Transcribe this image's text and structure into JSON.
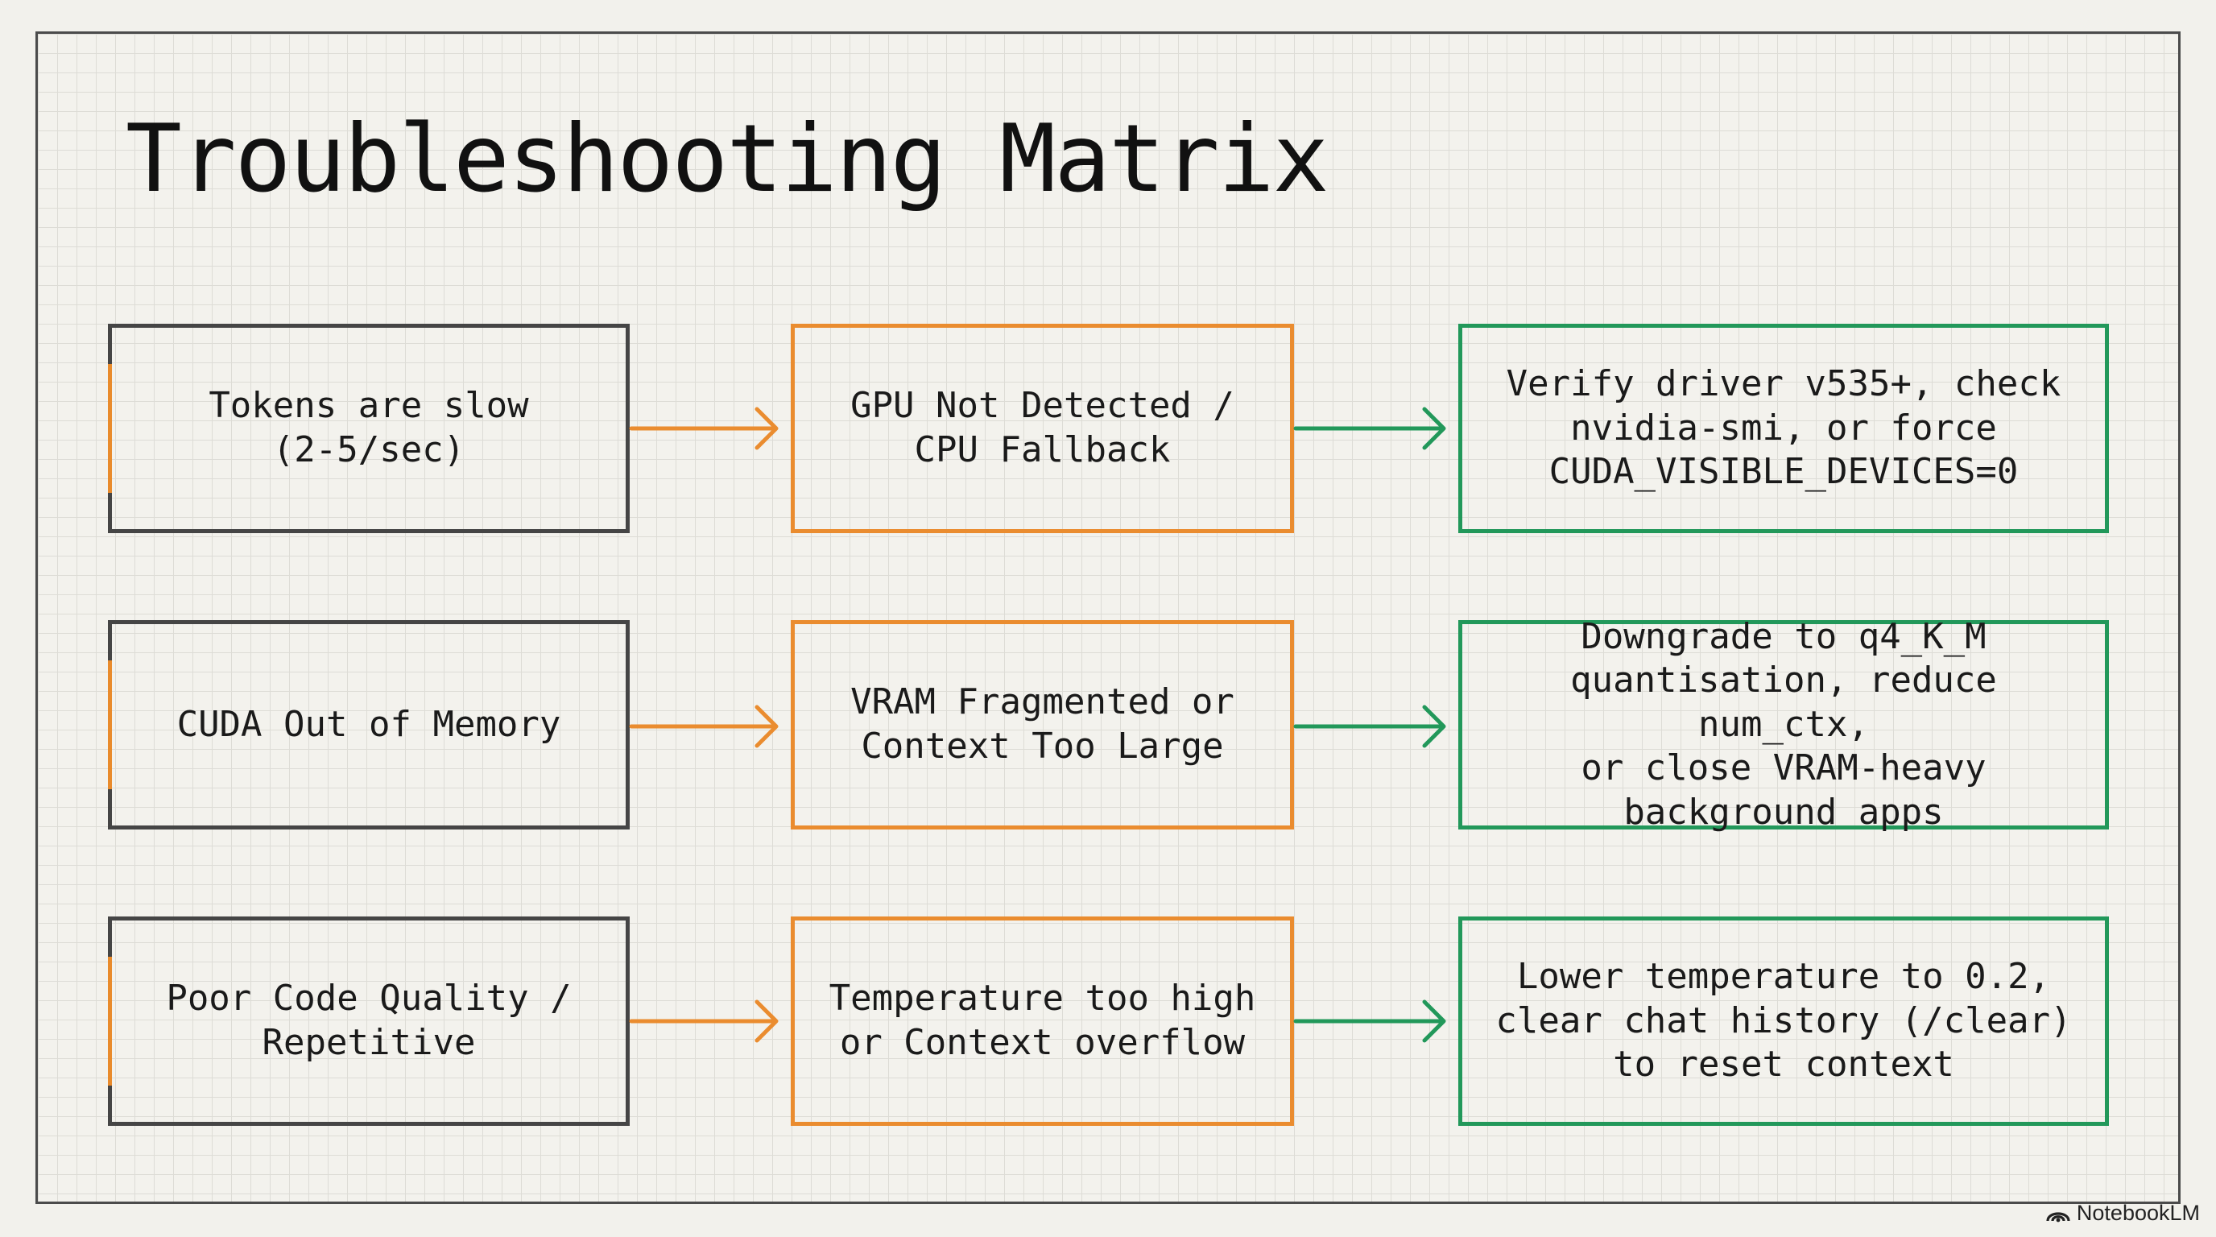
{
  "title": "Troubleshooting Matrix",
  "colors": {
    "symptom_border": "#454545",
    "symptom_accent": "#e98b2c",
    "cause_border": "#ea8c2f",
    "fix_border": "#22985a",
    "cause_arrow": "#ea8c2f",
    "fix_arrow": "#22985a"
  },
  "rows": [
    {
      "symptom": "Tokens are slow\n(2-5/sec)",
      "cause": "GPU Not Detected /\nCPU Fallback",
      "fix": "Verify driver v535+, check\nnvidia-smi, or force\nCUDA_VISIBLE_DEVICES=0"
    },
    {
      "symptom": "CUDA Out of Memory",
      "cause": "VRAM Fragmented or\nContext Too Large",
      "fix": "Downgrade to q4_K_M\nquantisation, reduce num_ctx,\nor close VRAM-heavy\nbackground apps"
    },
    {
      "symptom": "Poor Code Quality /\nRepetitive",
      "cause": "Temperature too high\nor Context overflow",
      "fix": "Lower temperature to 0.2,\nclear chat history (/clear)\nto reset context"
    }
  ],
  "badge": {
    "label": "NotebookLM",
    "icon": "notebooklm-logo-icon"
  }
}
